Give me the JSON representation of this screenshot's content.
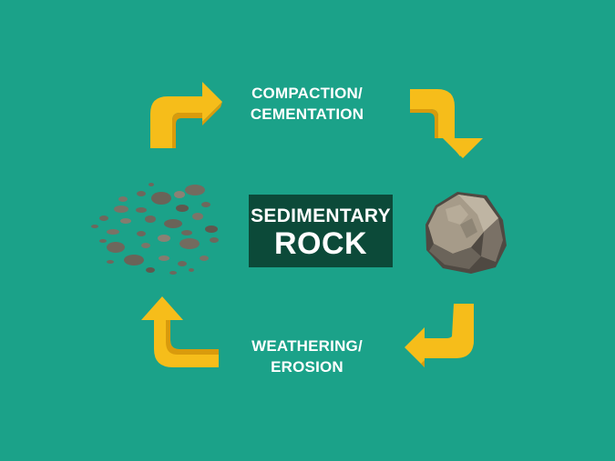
{
  "diagram": {
    "steps": {
      "top": {
        "line1": "COMPACTION/",
        "line2": "CEMENTATION"
      },
      "bottom": {
        "line1": "WEATHERING/",
        "line2": "EROSION"
      }
    },
    "center": {
      "line1": "SEDIMENTARY",
      "line2": "ROCK"
    }
  },
  "colors": {
    "background": "#1ba289",
    "center_box": "#0c4a39",
    "arrow_main": "#f6bd1a",
    "arrow_shade": "#d99b0c",
    "rock_light": "#a09584",
    "rock_dark": "#5c554c",
    "pebble": "#6e675c"
  }
}
